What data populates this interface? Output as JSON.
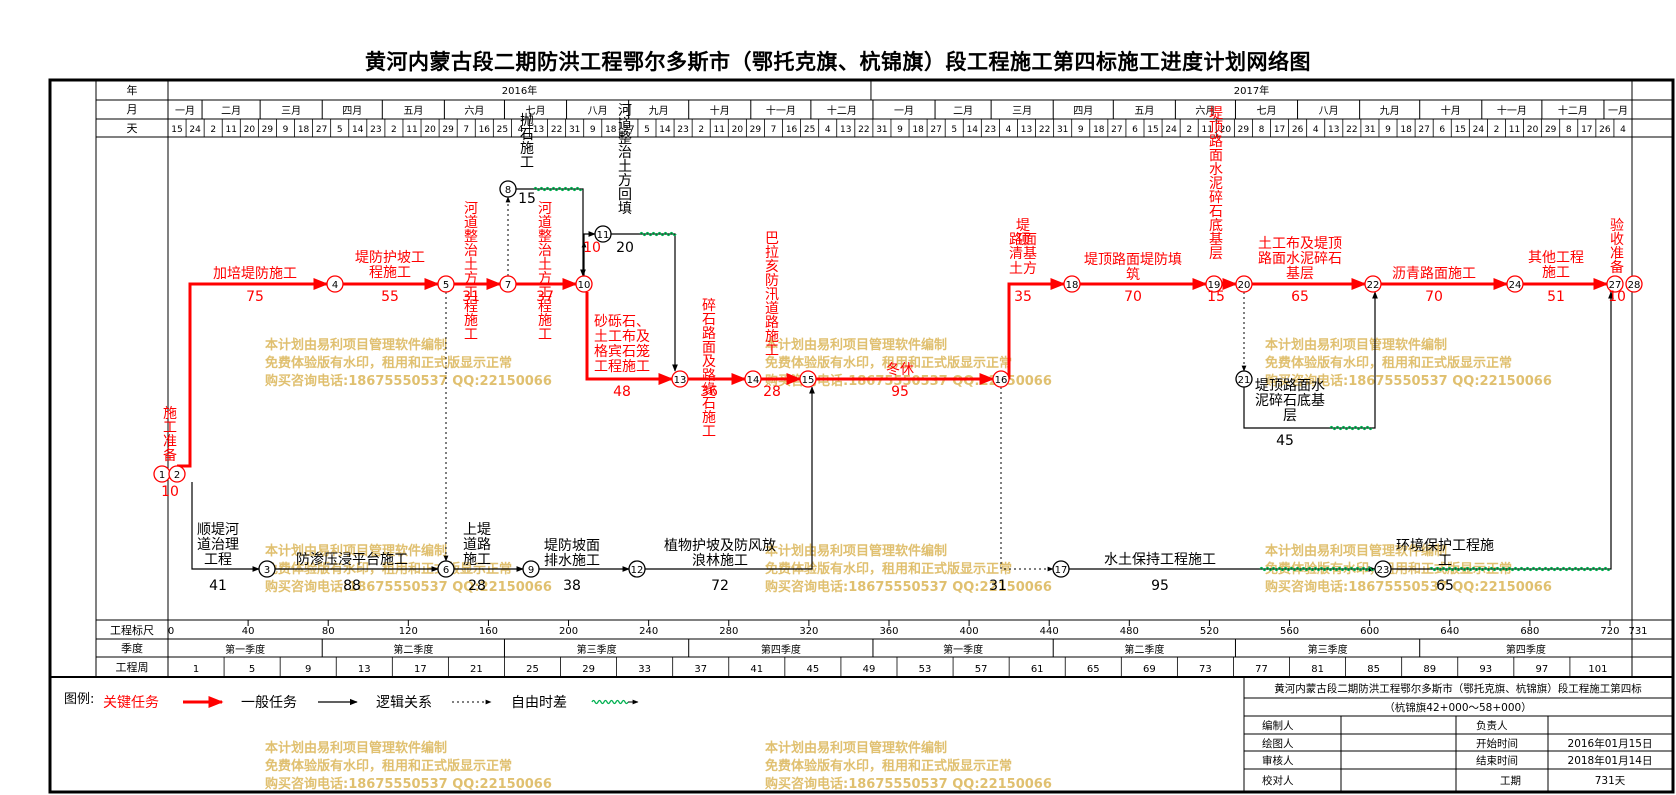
{
  "title": "黄河内蒙古段二期防洪工程鄂尔多斯市（鄂托克旗、杭锦旗）段工程施工第四标施工进度计划网络图",
  "header": {
    "row_labels": [
      "年",
      "月",
      "天"
    ],
    "years": [
      "2016年",
      "2017年"
    ],
    "months": [
      "一月",
      "二月",
      "三月",
      "四月",
      "五月",
      "六月",
      "七月",
      "八月",
      "九月",
      "十月",
      "十一月",
      "十二月",
      "一月",
      "二月",
      "三月",
      "四月",
      "五月",
      "六月",
      "七月",
      "八月",
      "九月",
      "十月",
      "十一月",
      "十二月",
      "一月"
    ],
    "days": [
      "15",
      "24",
      "2",
      "11",
      "20",
      "29",
      "9",
      "18",
      "27",
      "5",
      "14",
      "23",
      "2",
      "11",
      "20",
      "29",
      "7",
      "16",
      "25",
      "4",
      "13",
      "22",
      "31",
      "9",
      "18",
      "27",
      "5",
      "14",
      "23",
      "2",
      "11",
      "20",
      "29",
      "7",
      "16",
      "25",
      "4",
      "13",
      "22",
      "31",
      "9",
      "18",
      "27",
      "5",
      "14",
      "23",
      "4",
      "13",
      "22",
      "31",
      "9",
      "18",
      "27",
      "6",
      "15",
      "24",
      "2",
      "11",
      "20",
      "29",
      "8",
      "17",
      "26",
      "4",
      "13",
      "22",
      "31",
      "9",
      "18",
      "27",
      "6",
      "15",
      "24",
      "2",
      "11",
      "20",
      "29",
      "8",
      "17",
      "26",
      "4"
    ]
  },
  "footer": {
    "row_labels": [
      "工程标尺",
      "季度",
      "工程周"
    ],
    "scale_ticks": [
      "0",
      "40",
      "80",
      "120",
      "160",
      "200",
      "240",
      "280",
      "320",
      "360",
      "400",
      "440",
      "480",
      "520",
      "560",
      "600",
      "640",
      "680",
      "720"
    ],
    "scale_end": "731",
    "quarters": [
      "第一季度",
      "第二季度",
      "第三季度",
      "第四季度",
      "第一季度",
      "第二季度",
      "第三季度",
      "第四季度"
    ],
    "weeks": [
      "1",
      "5",
      "9",
      "13",
      "17",
      "21",
      "25",
      "29",
      "33",
      "37",
      "41",
      "45",
      "49",
      "53",
      "57",
      "61",
      "65",
      "69",
      "73",
      "77",
      "81",
      "85",
      "89",
      "93",
      "97",
      "101"
    ]
  },
  "tasks": {
    "shigong_zhunbei": {
      "name": "施工准备",
      "duration": "10"
    },
    "jiabei_difang": {
      "name": "加培堤防施工",
      "duration": "75"
    },
    "difang_hupo": {
      "name": "堤防护坡工程施工",
      "duration": "55"
    },
    "hedao_zhengzhi_1": {
      "name": "河道整治土方工程施工",
      "duration": "31"
    },
    "hedao_zhengzhi_2": {
      "name": "河道整治土方工程施工",
      "duration": "37"
    },
    "paoshi": {
      "name": "抛石施工",
      "duration": "15"
    },
    "hedao_huitian": {
      "name": "河道整治土方回填",
      "duration": "20"
    },
    "shali_gebin": {
      "name": "砂砾石、土工布及格宾石笼工程施工",
      "duration": "48"
    },
    "suishi_luyuan": {
      "name": "碎石路面及路缘石施工",
      "duration": "36"
    },
    "bala_hai": {
      "name": "巴拉亥防汛道路施工",
      "duration": "28"
    },
    "dongxiu": {
      "name": "冬休",
      "duration": "95"
    },
    "diding_qingji": {
      "name": "堤顶路面清基土方",
      "duration": "35"
    },
    "diding_tiantian": {
      "name": "堤顶路面堤防填筑",
      "duration": "70"
    },
    "diding_dijiceng_red": {
      "name": "堤顶路面水泥碎石底基层",
      "duration": "15"
    },
    "tugongbu_diding": {
      "name": "土工布及堤顶路面水泥碎石基层",
      "duration": "65"
    },
    "liqing": {
      "name": "沥青路面施工",
      "duration": "70"
    },
    "qita": {
      "name": "其他工程施工",
      "duration": "51"
    },
    "yanshou": {
      "name": "验收准备",
      "duration": "10"
    },
    "diding_dijiceng_black": {
      "name": "堤顶路面水泥碎石底基层",
      "duration": "45"
    },
    "shundi_hedao": {
      "name": "顺堤河道治理工程",
      "duration": "41"
    },
    "fangshen_pingtai": {
      "name": "防渗压浸平台施工",
      "duration": "88"
    },
    "shangdi_daolu": {
      "name": "上堤道路施工",
      "duration": "28"
    },
    "dipo_paishui": {
      "name": "堤防坡面排水施工",
      "duration": "38"
    },
    "zhiwu_hupo": {
      "name": "植物护坡及防风放浪林施工",
      "duration": "72"
    },
    "float_31": {
      "name": "",
      "duration": "31"
    },
    "shuitu_baochi": {
      "name": "水土保持工程施工",
      "duration": "95"
    },
    "huanjing_baohu": {
      "name": "环境保护工程施工",
      "duration": "65"
    }
  },
  "nodes": [
    "1",
    "2",
    "3",
    "4",
    "5",
    "6",
    "7",
    "8",
    "9",
    "10",
    "11",
    "12",
    "13",
    "14",
    "15",
    "16",
    "17",
    "18",
    "19",
    "20",
    "21",
    "22",
    "23",
    "24",
    "27",
    "28"
  ],
  "legend": {
    "label": "图例:",
    "critical": "关键任务",
    "normal": "一般任务",
    "logic": "逻辑关系",
    "free_float": "自由时差"
  },
  "watermark": {
    "line1": "本计划由易利项目管理软件编制",
    "line2": "免费体验版有水印，租用和正式版显示正常",
    "line3": "购买咨询电话:18675550537 QQ:22150066"
  },
  "info_table": {
    "project": "黄河内蒙古段二期防洪工程鄂尔多斯市（鄂托克旗、杭锦旗）段工程施工第四标",
    "section": "（杭锦旗42+000～58+000）",
    "compiler_label": "编制人",
    "owner_label": "负责人",
    "drawer_label": "绘图人",
    "start_label": "开始时间",
    "start_value": "2016年01月15日",
    "reviewer_label": "审核人",
    "end_label": "结束时间",
    "end_value": "2018年01月14日",
    "checker_label": "校对人",
    "duration_label": "工期",
    "duration_value": "731天"
  },
  "colors": {
    "critical": "#ff0000",
    "normal": "#000000",
    "float": "#00b050",
    "watermark": "#e0c070"
  }
}
